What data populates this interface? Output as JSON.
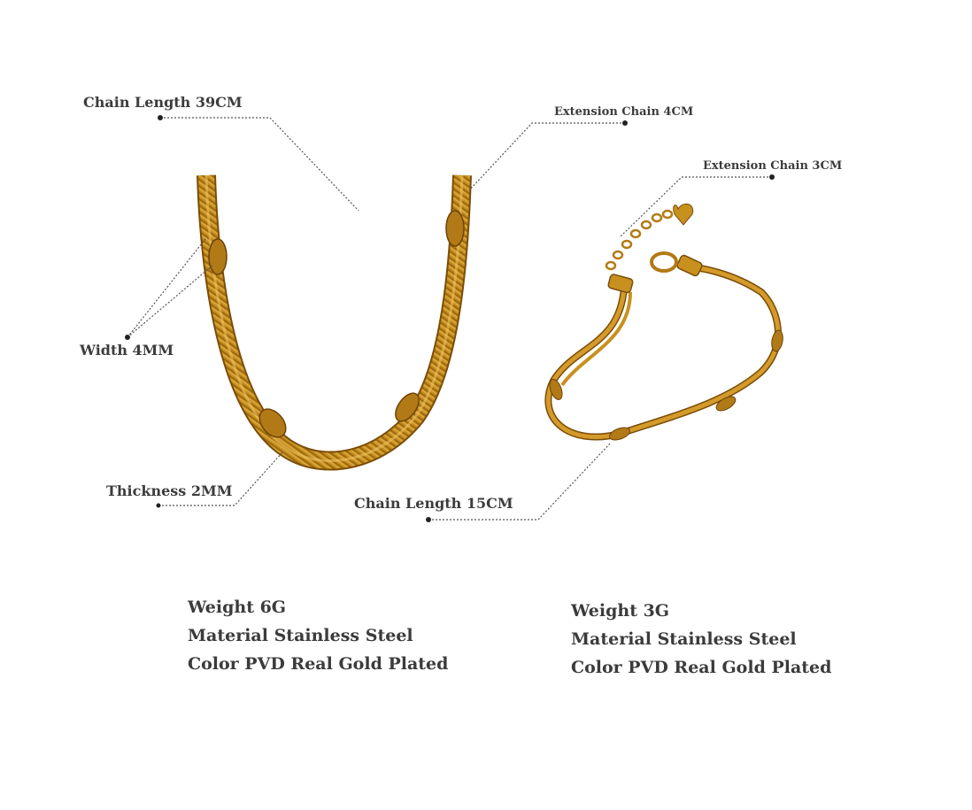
{
  "necklace": {
    "chain_length_label": "Chain Length 39CM",
    "extension_label": "Extension Chain 4CM",
    "width_label": "Width 4MM",
    "thickness_label": "Thickness 2MM",
    "specs": {
      "weight": "Weight 6G",
      "material": "Material Stainless Steel",
      "color": "Color PVD Real Gold Plated"
    }
  },
  "bracelet": {
    "extension_label": "Extension Chain 3CM",
    "chain_length_label": "Chain Length 15CM",
    "specs": {
      "weight": "Weight 3G",
      "material": "Material Stainless Steel",
      "color": "Color PVD Real Gold Plated"
    }
  },
  "colors": {
    "gold": "#c8901e",
    "gold_dark": "#8a5a0c",
    "gold_light": "#e9b64a",
    "text": "#3c3c3c"
  }
}
